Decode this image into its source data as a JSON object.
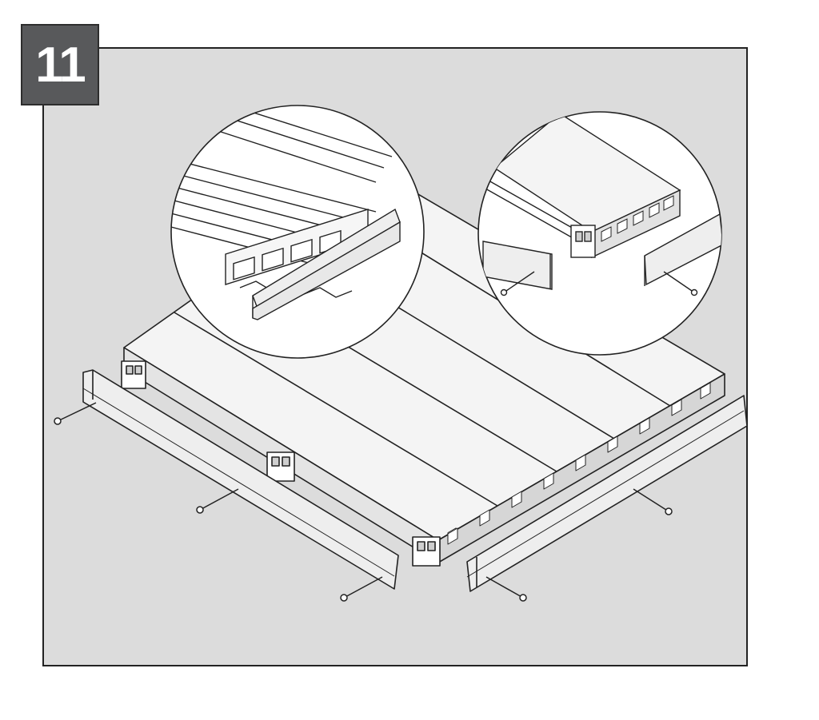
{
  "step": {
    "number": "11"
  },
  "colors": {
    "panel_background": "#dcdcdc",
    "badge_background": "#58595b",
    "badge_text": "#ffffff",
    "line": "#222222",
    "board_fill": "#f4f4f4",
    "fascia_fill": "#e9e9e9"
  },
  "illustration": {
    "decking_boards": 5,
    "fascia_boards": 2,
    "screws_left_fascia": 3,
    "screws_right_fascia": 2,
    "detail_callouts": [
      "board-end-profile-with-fascia",
      "corner-fascia-joint"
    ]
  }
}
